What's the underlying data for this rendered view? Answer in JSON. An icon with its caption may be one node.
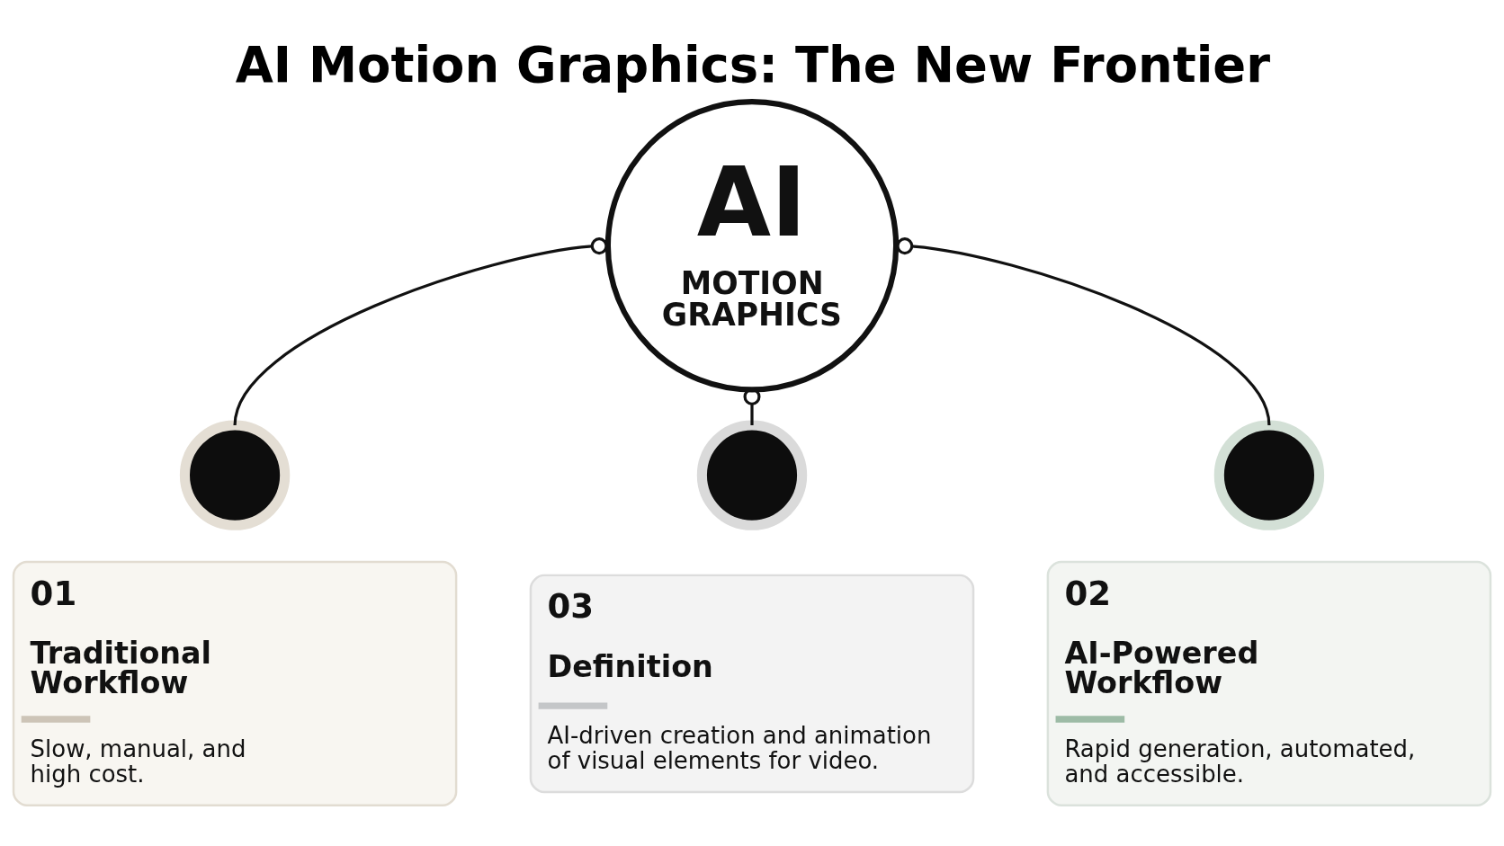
{
  "diagram": {
    "title": "AI Motion Graphics: The New Frontier",
    "nodes": [
      {
        "text": [
          "AI",
          "MOTION GRAPHICS"
        ]
      },
      {
        "text": [],
        "shape": "circle"
      },
      {
        "text": [
          "01",
          "Traditional Workflow",
          "Slow, manual, and high cost."
        ]
      },
      {
        "text": [],
        "shape": "circle"
      },
      {
        "text": [
          "03",
          "Definition",
          "AI-driven creation and animation of visual elements for video."
        ]
      },
      {
        "text": [],
        "shape": "circle"
      },
      {
        "text": [
          "02",
          "AI-Powered Workflow",
          "Rapid generation, automated, and accessible."
        ]
      }
    ],
    "edges": [
      {
        "from": 0,
        "to": 1,
        "arrow": "other"
      },
      {
        "from": 0,
        "to": 3,
        "arrow": "other"
      },
      {
        "from": 0,
        "to": 5,
        "arrow": "other"
      }
    ]
  }
}
